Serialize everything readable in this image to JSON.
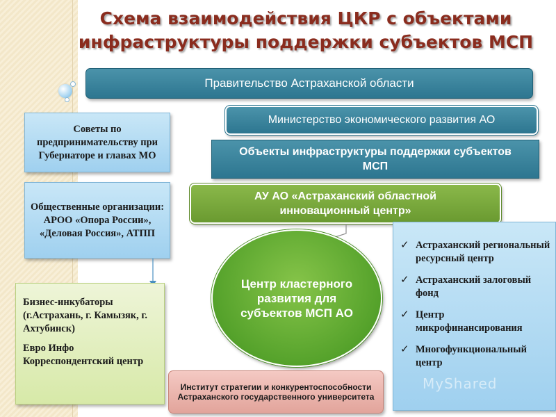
{
  "title": "Схема взаимодействия ЦКР с объектами инфраструктуры поддержки субъектов МСП",
  "boxes": {
    "government": "Правительство Астраханской области",
    "ministry": "Министерство экономического развития АО",
    "infrastructure": "Объекты инфраструктуры поддержки субъектов МСП",
    "innovation_center": "АУ АО «Астраханский областной инновационный центр»",
    "councils": "Советы по предпринимательству при Губернаторе и главах МО",
    "public_orgs": "Общественные организации: АРОО «Опора России», «Деловая Россия», АТПП",
    "incubators": [
      "Бизнес-инкубаторы (г.Астрахань, г. Камызяк, г. Ахтубинск)",
      "Евро Инфо Корреспондентский центр"
    ],
    "cluster_center": "Центр кластерного развития для субъектов МСП АО",
    "institute": "Институт стратегии и конкурентоспособности Астраханского государственного университета",
    "right_list": [
      "Астраханский региональный ресурсный центр",
      "Астраханский залоговый фонд",
      "Центр микрофинансирования",
      "Многофункциональный центр"
    ]
  },
  "watermark": "MyShared",
  "check_symbol": "✓",
  "colors": {
    "title": "#8a2c1e",
    "teal": "#2d7690",
    "green": "#6a9a30",
    "light_blue": "#9fd0ef",
    "light_green": "#d7e9a8",
    "pink": "#e2a49b"
  }
}
